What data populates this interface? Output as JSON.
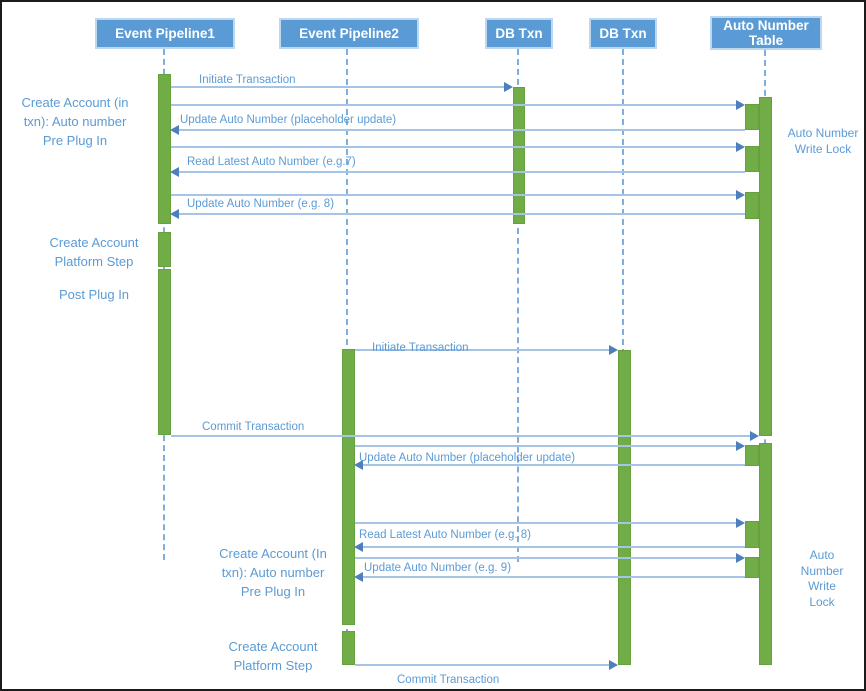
{
  "colors": {
    "header_fill": "#5B9BD5",
    "header_border": "#BDD7EE",
    "header_text": "#FFFFFF",
    "activation_green": "#70AD47",
    "message_line": "#A6C4E5",
    "arrowhead": "#4D7EBE",
    "label_text": "#5B9BD5",
    "lifeline_dash": "#7FAEDC"
  },
  "diagram": {
    "type": "sequence-diagram",
    "lifelines": [
      {
        "id": "event-pipeline-1",
        "label": "Event Pipeline1"
      },
      {
        "id": "event-pipeline-2",
        "label": "Event Pipeline2"
      },
      {
        "id": "db-txn-1",
        "label": "DB Txn"
      },
      {
        "id": "db-txn-2",
        "label": "DB Txn"
      },
      {
        "id": "auto-number-table",
        "label": "Auto Number Table"
      }
    ],
    "messages": [
      {
        "label": "Initiate Transaction",
        "from": "event-pipeline-1",
        "to": "db-txn-1"
      },
      {
        "label": "",
        "from": "event-pipeline-1",
        "to": "auto-number-table"
      },
      {
        "label": "Update Auto Number (placeholder update)",
        "from": "auto-number-table",
        "to": "event-pipeline-1"
      },
      {
        "label": "",
        "from": "event-pipeline-1",
        "to": "auto-number-table"
      },
      {
        "label": "Read Latest Auto Number (e.g.7)",
        "from": "auto-number-table",
        "to": "event-pipeline-1"
      },
      {
        "label": "",
        "from": "event-pipeline-1",
        "to": "auto-number-table"
      },
      {
        "label": "Update Auto Number (e.g. 8)",
        "from": "auto-number-table",
        "to": "event-pipeline-1"
      },
      {
        "label": "Initiate Transaction",
        "from": "event-pipeline-2",
        "to": "db-txn-2"
      },
      {
        "label": "Commit Transaction",
        "from": "event-pipeline-1",
        "to": "auto-number-table"
      },
      {
        "label": "",
        "from": "event-pipeline-2",
        "to": "auto-number-table"
      },
      {
        "label": "Update Auto Number (placeholder update)",
        "from": "auto-number-table",
        "to": "event-pipeline-2"
      },
      {
        "label": "",
        "from": "event-pipeline-2",
        "to": "auto-number-table"
      },
      {
        "label": "Read Latest Auto Number (e.g. 8)",
        "from": "auto-number-table",
        "to": "event-pipeline-2"
      },
      {
        "label": "",
        "from": "event-pipeline-2",
        "to": "auto-number-table"
      },
      {
        "label": "Update Auto Number (e.g. 9)",
        "from": "auto-number-table",
        "to": "event-pipeline-2"
      },
      {
        "label": "Commit Transaction",
        "from": "event-pipeline-2",
        "to": "db-txn-2"
      }
    ],
    "annotations": [
      {
        "id": "note-pre-plugin-1",
        "text": "Create Account (in\ntxn): Auto number\nPre Plug In"
      },
      {
        "id": "note-platform-step-1",
        "text": "Create Account\nPlatform Step"
      },
      {
        "id": "note-post-plugin",
        "text": "Post Plug In"
      },
      {
        "id": "note-write-lock-1",
        "text": "Auto Number\nWrite Lock"
      },
      {
        "id": "note-pre-plugin-2",
        "text": "Create Account (In\ntxn): Auto number\nPre Plug In"
      },
      {
        "id": "note-platform-step-2",
        "text": "Create Account\nPlatform Step"
      },
      {
        "id": "note-write-lock-2",
        "text": "Auto\nNumber\nWrite\nLock"
      }
    ]
  }
}
